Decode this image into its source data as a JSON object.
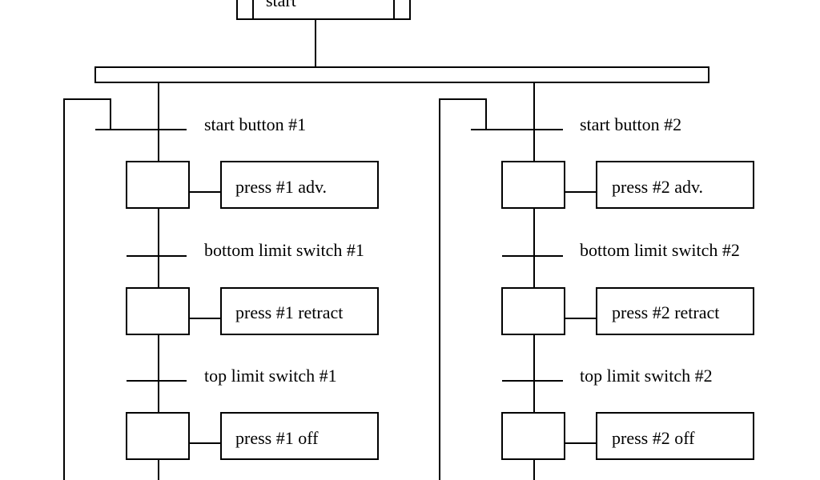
{
  "start_step": {
    "label": "start"
  },
  "sequences": [
    {
      "transition_start": "start button #1",
      "step_advance": "press #1 adv.",
      "transition_bottom": "bottom limit switch #1",
      "step_retract": "press #1 retract",
      "transition_top": "top limit switch #1",
      "step_off": "press #1 off"
    },
    {
      "transition_start": "start button #2",
      "step_advance": "press #2 adv.",
      "transition_bottom": "bottom limit switch #2",
      "step_retract": "press #2 retract",
      "transition_top": "top limit switch #2",
      "step_off": "press #2 off"
    }
  ]
}
